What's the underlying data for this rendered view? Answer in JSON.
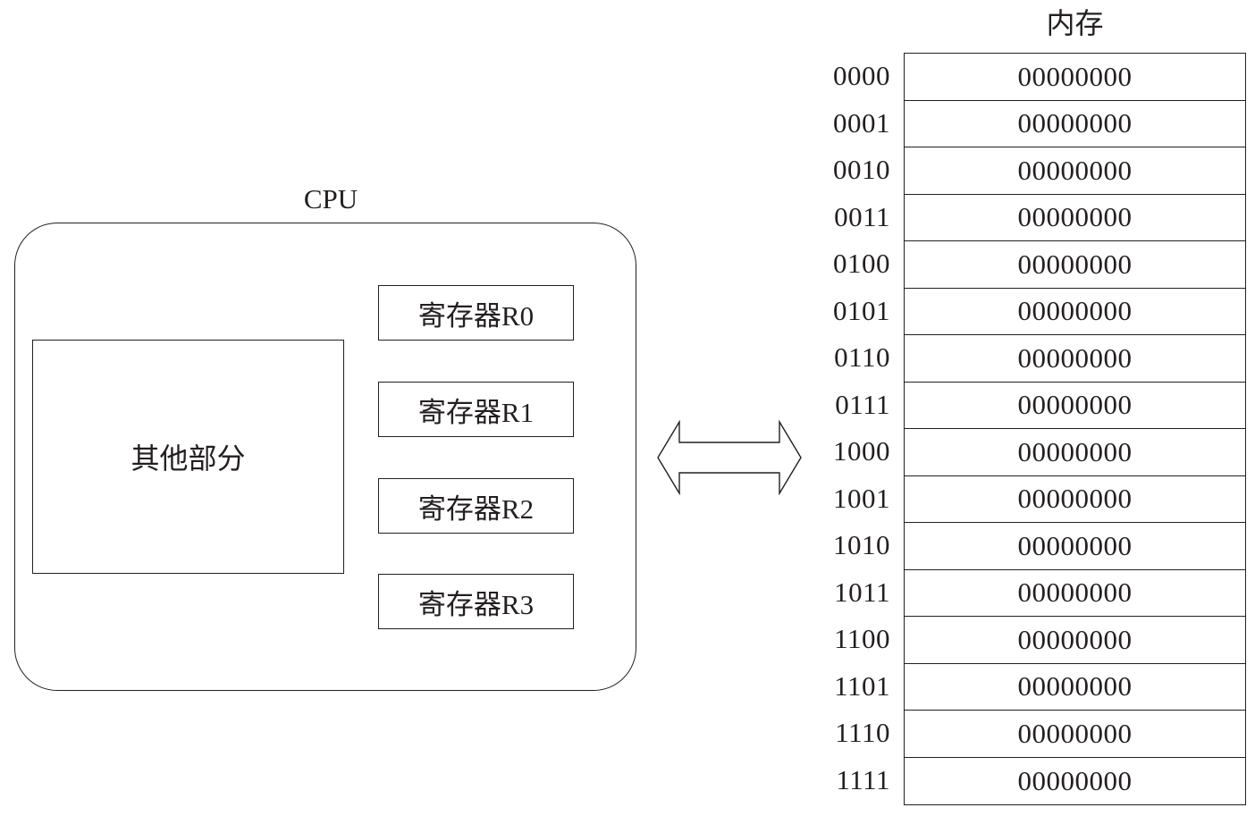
{
  "cpu": {
    "title": "CPU",
    "other_parts_label": "其他部分",
    "registers": [
      "寄存器R0",
      "寄存器R1",
      "寄存器R2",
      "寄存器R3"
    ]
  },
  "memory": {
    "title": "内存",
    "cells": [
      {
        "address": "0000",
        "value": "00000000"
      },
      {
        "address": "0001",
        "value": "00000000"
      },
      {
        "address": "0010",
        "value": "00000000"
      },
      {
        "address": "0011",
        "value": "00000000"
      },
      {
        "address": "0100",
        "value": "00000000"
      },
      {
        "address": "0101",
        "value": "00000000"
      },
      {
        "address": "0110",
        "value": "00000000"
      },
      {
        "address": "0111",
        "value": "00000000"
      },
      {
        "address": "1000",
        "value": "00000000"
      },
      {
        "address": "1001",
        "value": "00000000"
      },
      {
        "address": "1010",
        "value": "00000000"
      },
      {
        "address": "1011",
        "value": "00000000"
      },
      {
        "address": "1100",
        "value": "00000000"
      },
      {
        "address": "1101",
        "value": "00000000"
      },
      {
        "address": "1110",
        "value": "00000000"
      },
      {
        "address": "1111",
        "value": "00000000"
      }
    ]
  },
  "colors": {
    "line": "#231f20",
    "background": "#ffffff"
  }
}
